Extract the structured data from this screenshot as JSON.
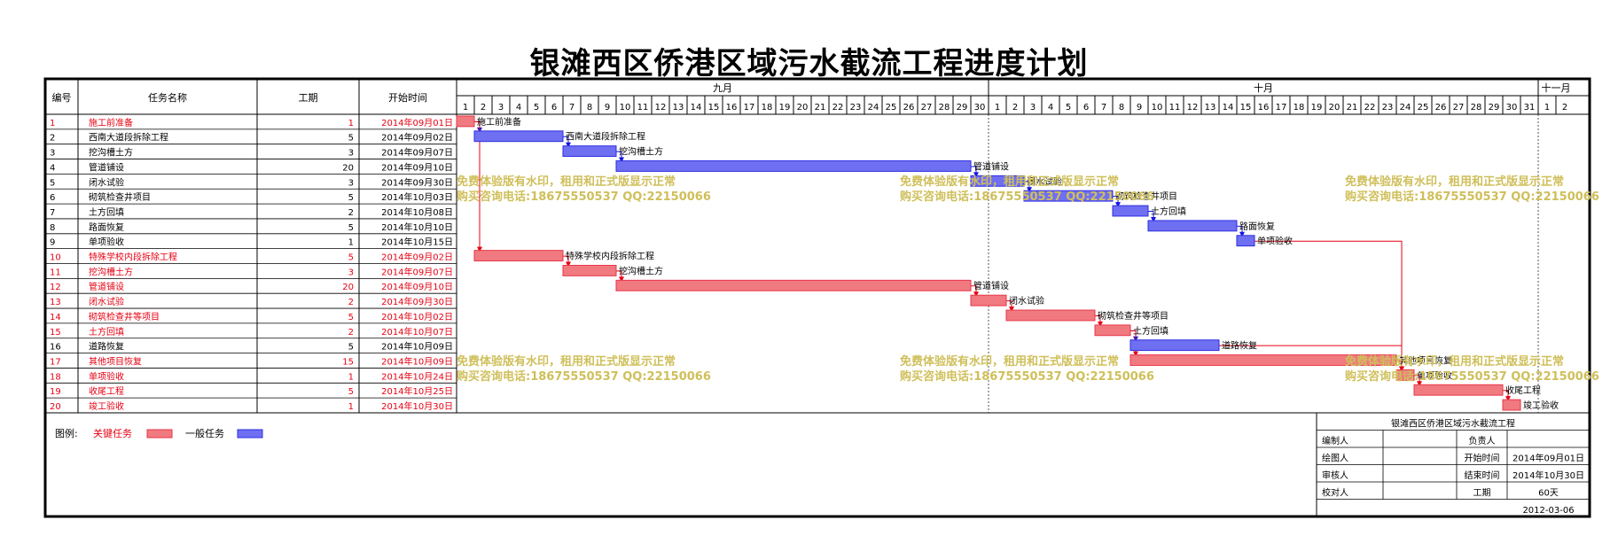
{
  "title": "银滩西区侨港区域污水截流工程进度计划",
  "headers": {
    "no": "编号",
    "name": "任务名称",
    "dur": "工期",
    "start": "开始时间"
  },
  "months": [
    {
      "label": "九月",
      "startDay": 1,
      "days": 30
    },
    {
      "label": "十月",
      "startDay": 31,
      "days": 31
    },
    {
      "label": "十一月",
      "startDay": 62,
      "days": 2
    }
  ],
  "dayNumbers": [
    1,
    2,
    3,
    4,
    5,
    6,
    7,
    8,
    9,
    10,
    11,
    12,
    13,
    14,
    15,
    16,
    17,
    18,
    19,
    20,
    21,
    22,
    23,
    24,
    25,
    26,
    27,
    28,
    29,
    30,
    1,
    2,
    3,
    4,
    5,
    6,
    7,
    8,
    9,
    10,
    11,
    12,
    13,
    14,
    15,
    16,
    17,
    18,
    19,
    20,
    21,
    22,
    23,
    24,
    25,
    26,
    27,
    28,
    29,
    30,
    31,
    1,
    2
  ],
  "colors": {
    "critical": "#e8374a",
    "critical_fill": "#f07a7f",
    "normal": "#2d2ee0",
    "normal_fill": "#6f6ff2",
    "critical_text": "#e60012",
    "link_red": "#e60012",
    "link_blue": "#1414e6",
    "watermark": "#cfbf5a"
  },
  "chart_data": {
    "type": "gantt",
    "title": "银滩西区侨港区域污水截流工程进度计划",
    "x_unit": "day",
    "x_range": [
      "2014-09-01",
      "2014-11-02"
    ],
    "tasks": [
      {
        "no": "1",
        "name": "施工前准备",
        "dur": "1",
        "start": "2014年09月01日",
        "startDay": 1,
        "days": 1,
        "critical": true
      },
      {
        "no": "2",
        "name": "西南大道段拆除工程",
        "dur": "5",
        "start": "2014年09月02日",
        "startDay": 2,
        "days": 5,
        "critical": false
      },
      {
        "no": "3",
        "name": "挖沟槽土方",
        "dur": "3",
        "start": "2014年09月07日",
        "startDay": 7,
        "days": 3,
        "critical": false
      },
      {
        "no": "4",
        "name": "管道铺设",
        "dur": "20",
        "start": "2014年09月10日",
        "startDay": 10,
        "days": 20,
        "critical": false
      },
      {
        "no": "5",
        "name": "闭水试验",
        "dur": "3",
        "start": "2014年09月30日",
        "startDay": 30,
        "days": 3,
        "critical": false
      },
      {
        "no": "6",
        "name": "砌筑检查井项目",
        "dur": "5",
        "start": "2014年10月03日",
        "startDay": 33,
        "days": 5,
        "critical": false
      },
      {
        "no": "7",
        "name": "土方回填",
        "dur": "2",
        "start": "2014年10月08日",
        "startDay": 38,
        "days": 2,
        "critical": false
      },
      {
        "no": "8",
        "name": "路面恢复",
        "dur": "5",
        "start": "2014年10月10日",
        "startDay": 40,
        "days": 5,
        "critical": false
      },
      {
        "no": "9",
        "name": "单项验收",
        "dur": "1",
        "start": "2014年10月15日",
        "startDay": 45,
        "days": 1,
        "critical": false
      },
      {
        "no": "10",
        "name": "特殊学校内段拆除工程",
        "dur": "5",
        "start": "2014年09月02日",
        "startDay": 2,
        "days": 5,
        "critical": true
      },
      {
        "no": "11",
        "name": "挖沟槽土方",
        "dur": "3",
        "start": "2014年09月07日",
        "startDay": 7,
        "days": 3,
        "critical": true
      },
      {
        "no": "12",
        "name": "管道铺设",
        "dur": "20",
        "start": "2014年09月10日",
        "startDay": 10,
        "days": 20,
        "critical": true
      },
      {
        "no": "13",
        "name": "闭水试验",
        "dur": "2",
        "start": "2014年09月30日",
        "startDay": 30,
        "days": 2,
        "critical": true
      },
      {
        "no": "14",
        "name": "砌筑检查井等项目",
        "dur": "5",
        "start": "2014年10月02日",
        "startDay": 32,
        "days": 5,
        "critical": true
      },
      {
        "no": "15",
        "name": "土方回填",
        "dur": "2",
        "start": "2014年10月07日",
        "startDay": 37,
        "days": 2,
        "critical": true
      },
      {
        "no": "16",
        "name": "道路恢复",
        "dur": "5",
        "start": "2014年10月09日",
        "startDay": 39,
        "days": 5,
        "critical": false
      },
      {
        "no": "17",
        "name": "其他项目恢复",
        "dur": "15",
        "start": "2014年10月09日",
        "startDay": 39,
        "days": 15,
        "critical": true
      },
      {
        "no": "18",
        "name": "单项验收",
        "dur": "1",
        "start": "2014年10月24日",
        "startDay": 54,
        "days": 1,
        "critical": true
      },
      {
        "no": "19",
        "name": "收尾工程",
        "dur": "5",
        "start": "2014年10月25日",
        "startDay": 55,
        "days": 5,
        "critical": true
      },
      {
        "no": "20",
        "name": "竣工验收",
        "dur": "1",
        "start": "2014年10月30日",
        "startDay": 60,
        "days": 1,
        "critical": true
      }
    ],
    "links": [
      [
        1,
        2
      ],
      [
        1,
        10
      ],
      [
        2,
        3
      ],
      [
        3,
        4
      ],
      [
        4,
        5
      ],
      [
        5,
        6
      ],
      [
        6,
        7
      ],
      [
        7,
        8
      ],
      [
        8,
        9
      ],
      [
        9,
        18
      ],
      [
        10,
        11
      ],
      [
        11,
        12
      ],
      [
        12,
        13
      ],
      [
        13,
        14
      ],
      [
        14,
        15
      ],
      [
        15,
        16
      ],
      [
        15,
        17
      ],
      [
        16,
        18
      ],
      [
        17,
        18
      ],
      [
        18,
        19
      ],
      [
        19,
        20
      ]
    ]
  },
  "legend": {
    "label": "图例:",
    "critical": "关键任务",
    "normal": "一般任务"
  },
  "watermark": {
    "line1": "免费体验版有水印，租用和正式版显示正常",
    "line2": "购买咨询电话:18675550537 QQ:22150066"
  },
  "infoBox": {
    "title": "银滩西区侨港区域污水截流工程",
    "rows": [
      [
        "编制人",
        "",
        "负责人",
        ""
      ],
      [
        "绘图人",
        "",
        "开始时间",
        "2014年09月01日"
      ],
      [
        "审核人",
        "",
        "结束时间",
        "2014年10月30日"
      ],
      [
        "校对人",
        "",
        "工期",
        "60天"
      ],
      [
        "",
        "",
        "",
        "2012-03-06"
      ]
    ]
  }
}
